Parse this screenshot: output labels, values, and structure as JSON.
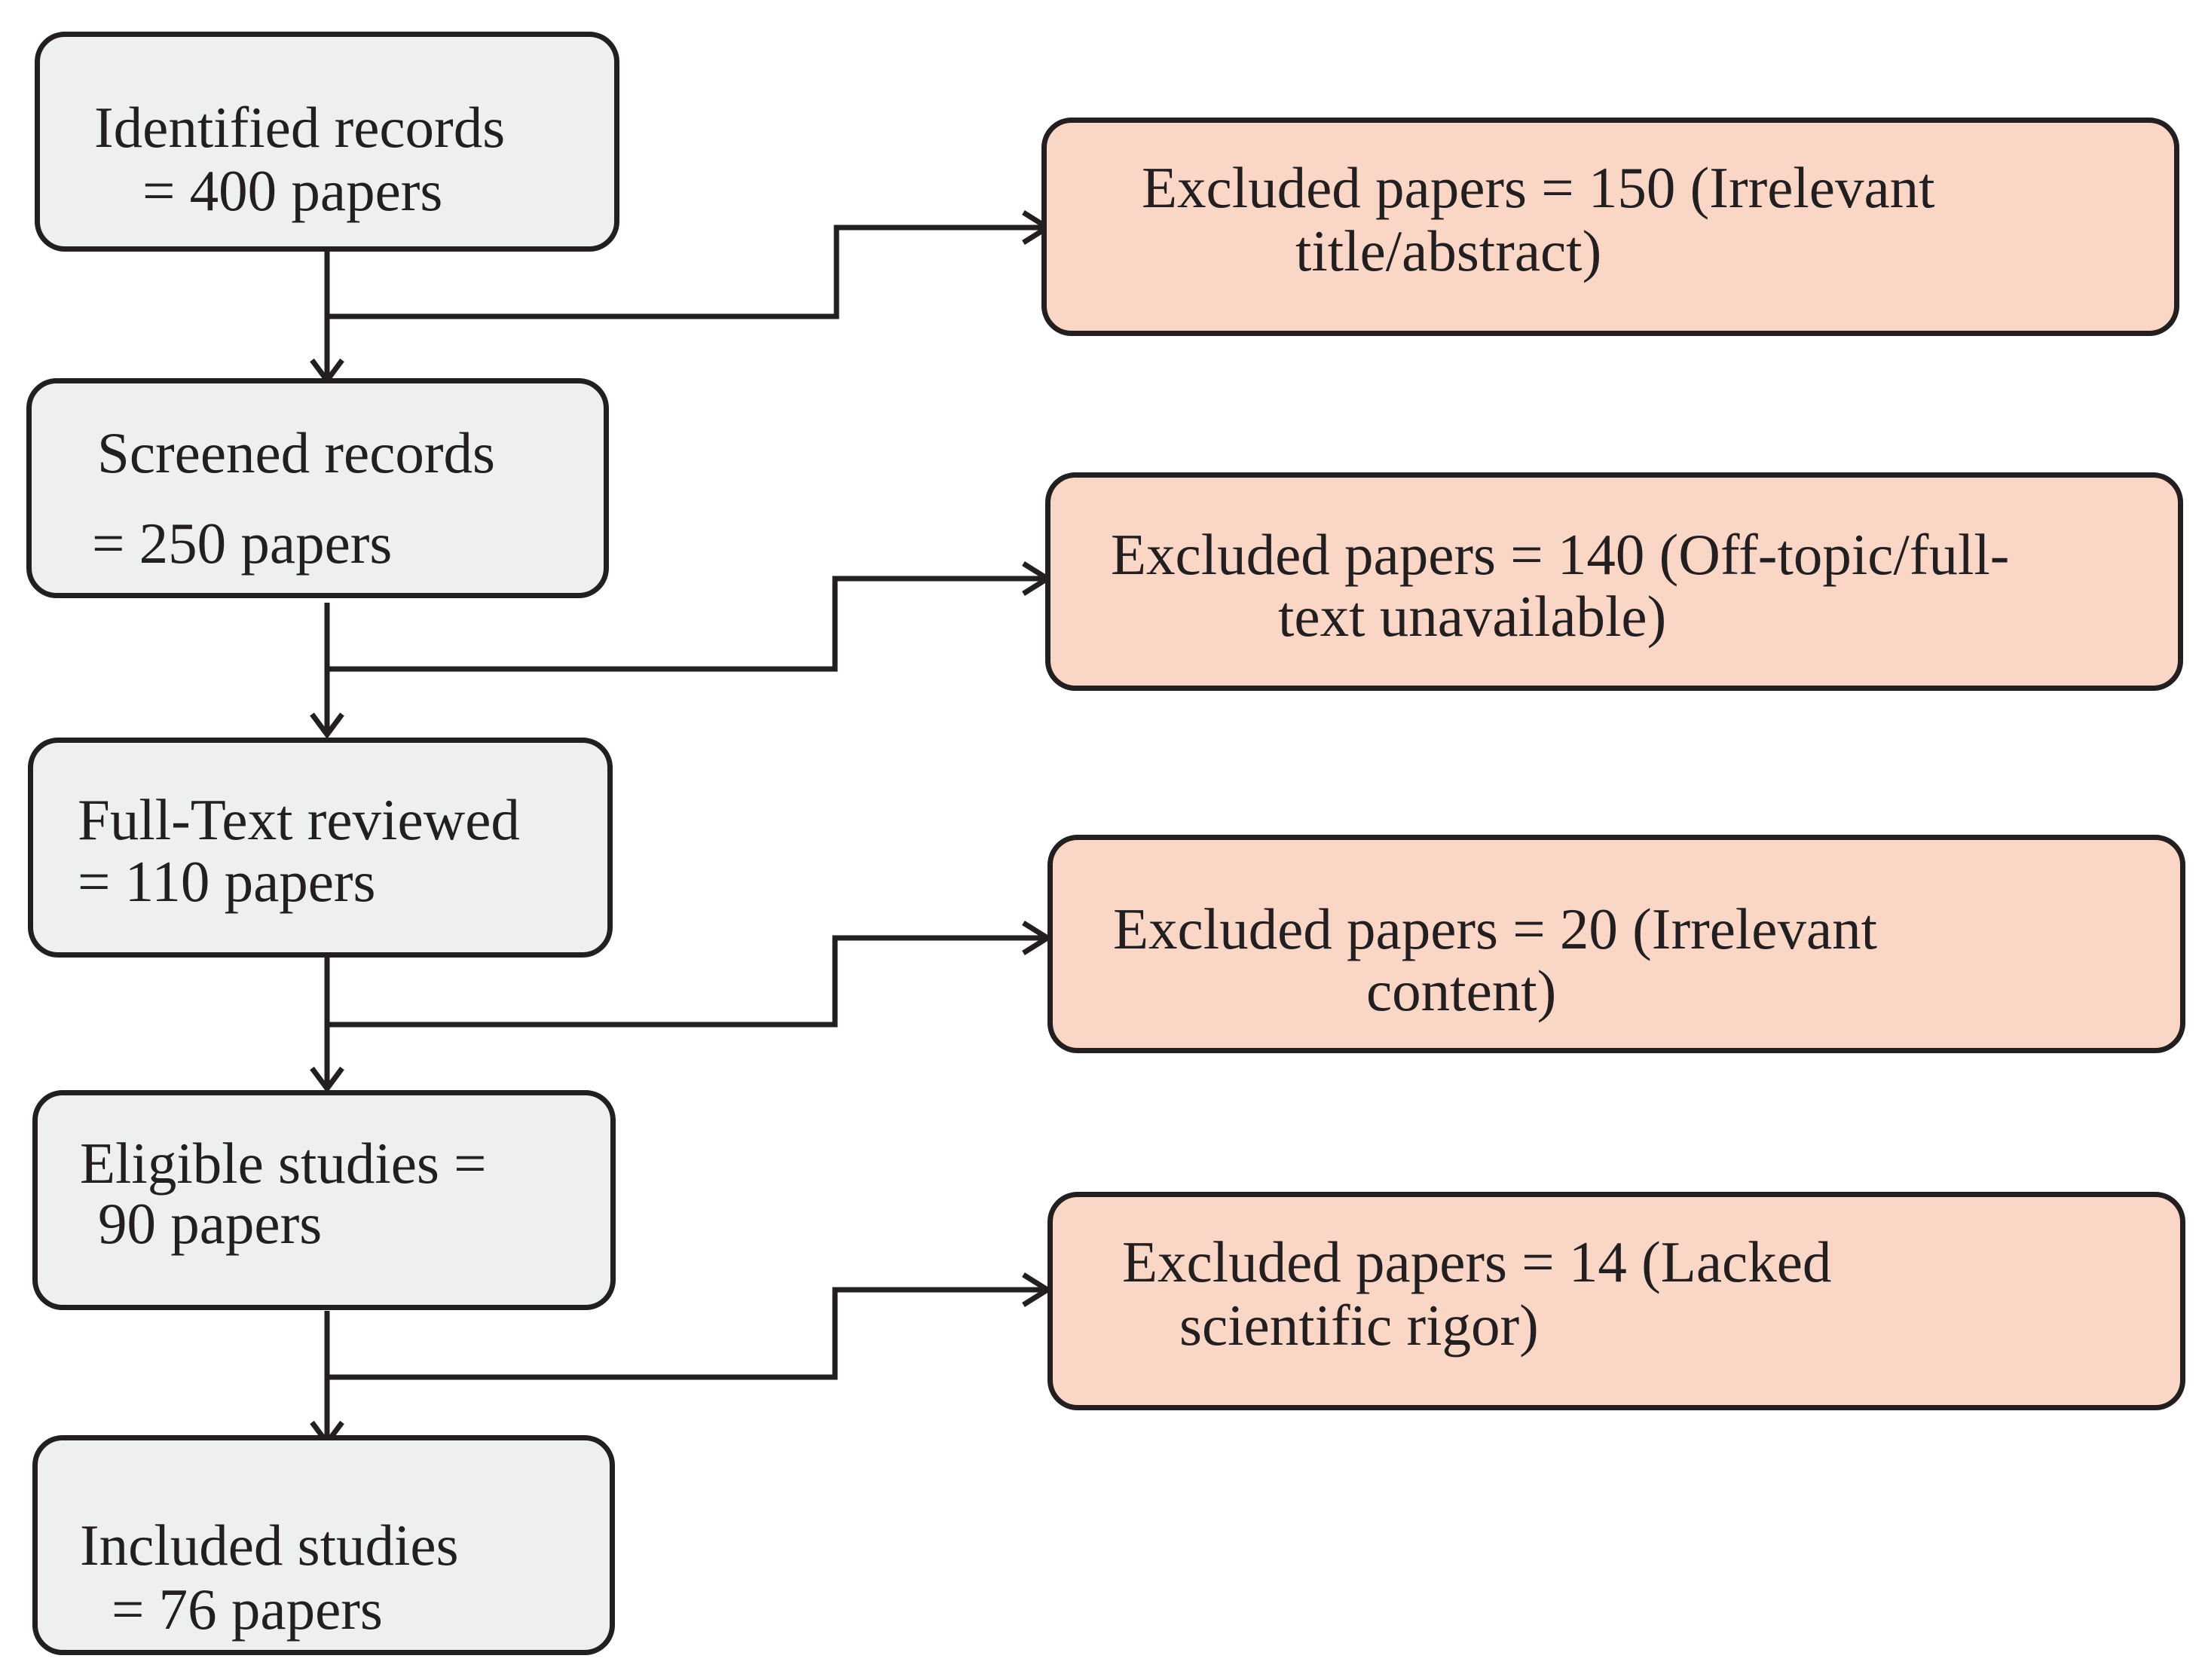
{
  "stages": [
    {
      "line1": "Identified records",
      "line2": "= 400 papers"
    },
    {
      "line1": "Screened records",
      "line2": "= 250 papers"
    },
    {
      "line1": "Full-Text reviewed",
      "line2": "= 110 papers"
    },
    {
      "line1": "Eligible studies =",
      "line2": "90 papers"
    },
    {
      "line1": "Included studies",
      "line2": "= 76 papers"
    }
  ],
  "exclusions": [
    {
      "line1": "Excluded papers = 150 (Irrelevant",
      "line2": "title/abstract)"
    },
    {
      "line1": "Excluded papers =  140 (Off-topic/full-",
      "line2": "text unavailable)"
    },
    {
      "line1": "Excluded papers = 20 (Irrelevant",
      "line2": "content)"
    },
    {
      "line1": "Excluded papers = 14 (Lacked",
      "line2": "scientific rigor)"
    }
  ],
  "colors": {
    "stage_fill": "#eef0ef",
    "exclusion_fill": "#fad6c6",
    "stroke": "#231f20"
  }
}
